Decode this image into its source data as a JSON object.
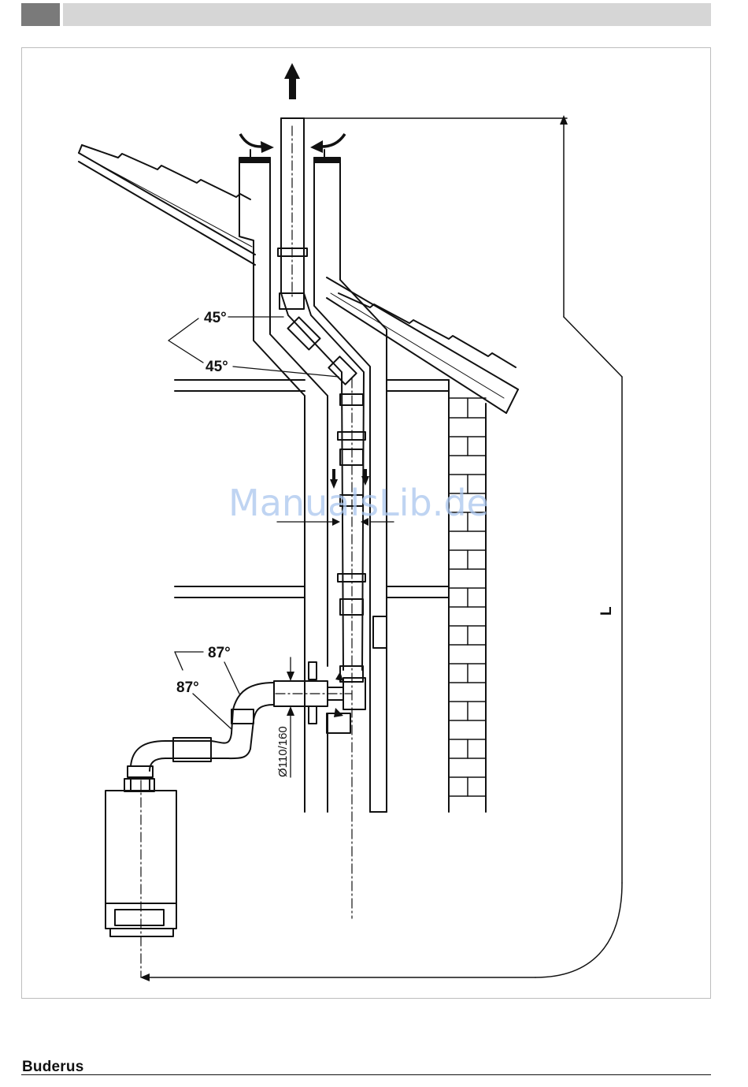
{
  "labels": {
    "angle_top_upper": "45°",
    "angle_top_lower": "45°",
    "angle_bottom_upper": "87°",
    "angle_bottom_lower": "87°",
    "diameter": "Ø110/160",
    "length": "L"
  },
  "watermark": "ManualsLib.de",
  "footer": {
    "brand": "Buderus"
  },
  "colors": {
    "line": "#111111",
    "header_dark": "#7a7a7a",
    "header_light": "#d6d6d6",
    "watermark": "#a9c6ee"
  }
}
